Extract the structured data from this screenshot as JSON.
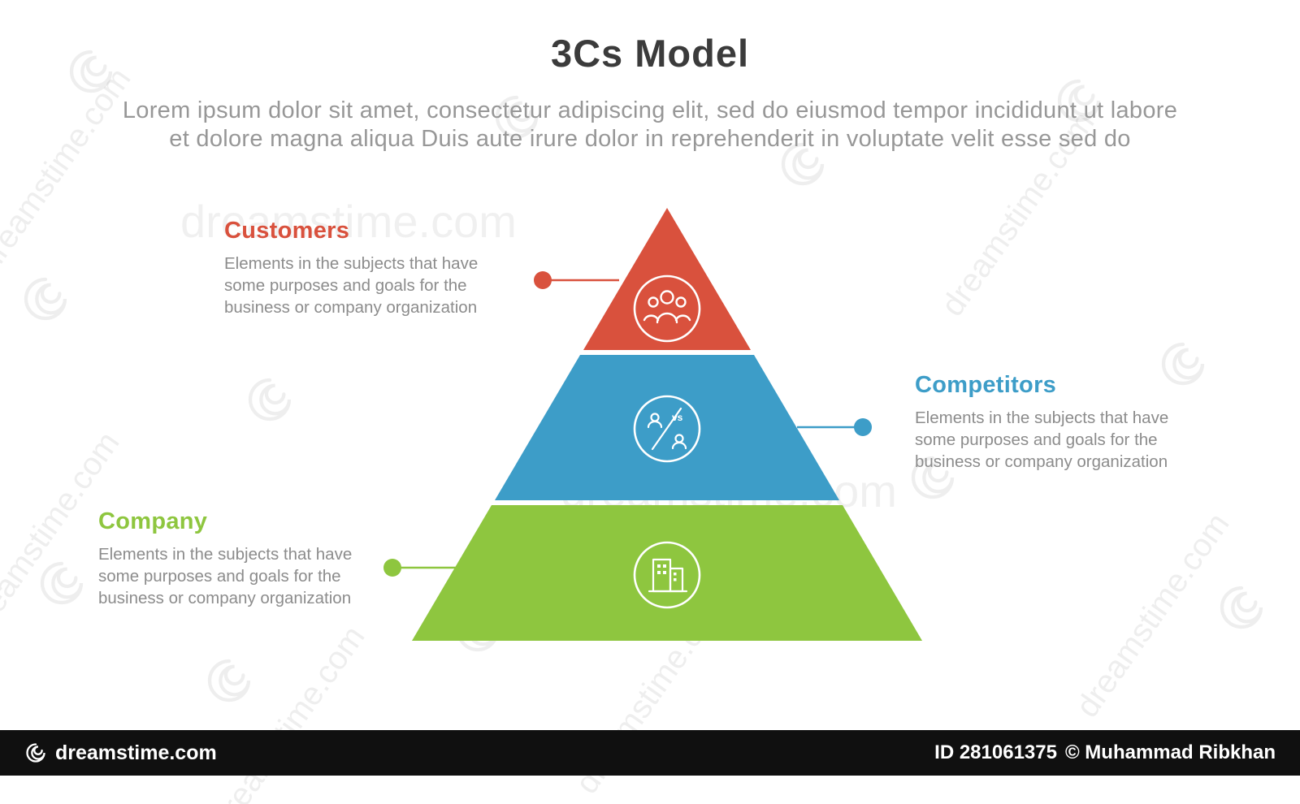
{
  "header": {
    "title": "3Cs Model",
    "subtitle_line1": "Lorem ipsum dolor sit amet, consectetur adipiscing elit, sed do eiusmod tempor incididunt ut labore",
    "subtitle_line2": "et dolore magna aliqua Duis aute irure dolor in reprehenderit in voluptate velit esse sed do"
  },
  "pyramid": {
    "segments": [
      {
        "name": "Customers",
        "color": "#d9513d",
        "icon": "people-icon"
      },
      {
        "name": "Competitors",
        "color": "#3d9dc8",
        "icon": "versus-icon",
        "icon_label": "vs"
      },
      {
        "name": "Company",
        "color": "#8ec63f",
        "icon": "building-icon"
      }
    ]
  },
  "callouts": [
    {
      "title": "Customers",
      "color": "#d9513d",
      "description": "Elements in the subjects that have some purposes and goals for the business or company organization"
    },
    {
      "title": "Competitors",
      "color": "#3d9dc8",
      "description": "Elements in the subjects that have some purposes and goals for the business or company organization"
    },
    {
      "title": "Company",
      "color": "#8ec63f",
      "description": "Elements in the subjects that have some purposes and goals for the business or company organization"
    }
  ],
  "watermark": {
    "text": "dreamstime.com"
  },
  "footer": {
    "brand": "dreamstime.com",
    "id_text": "ID 281061375",
    "author": "© Muhammad Ribkhan"
  }
}
